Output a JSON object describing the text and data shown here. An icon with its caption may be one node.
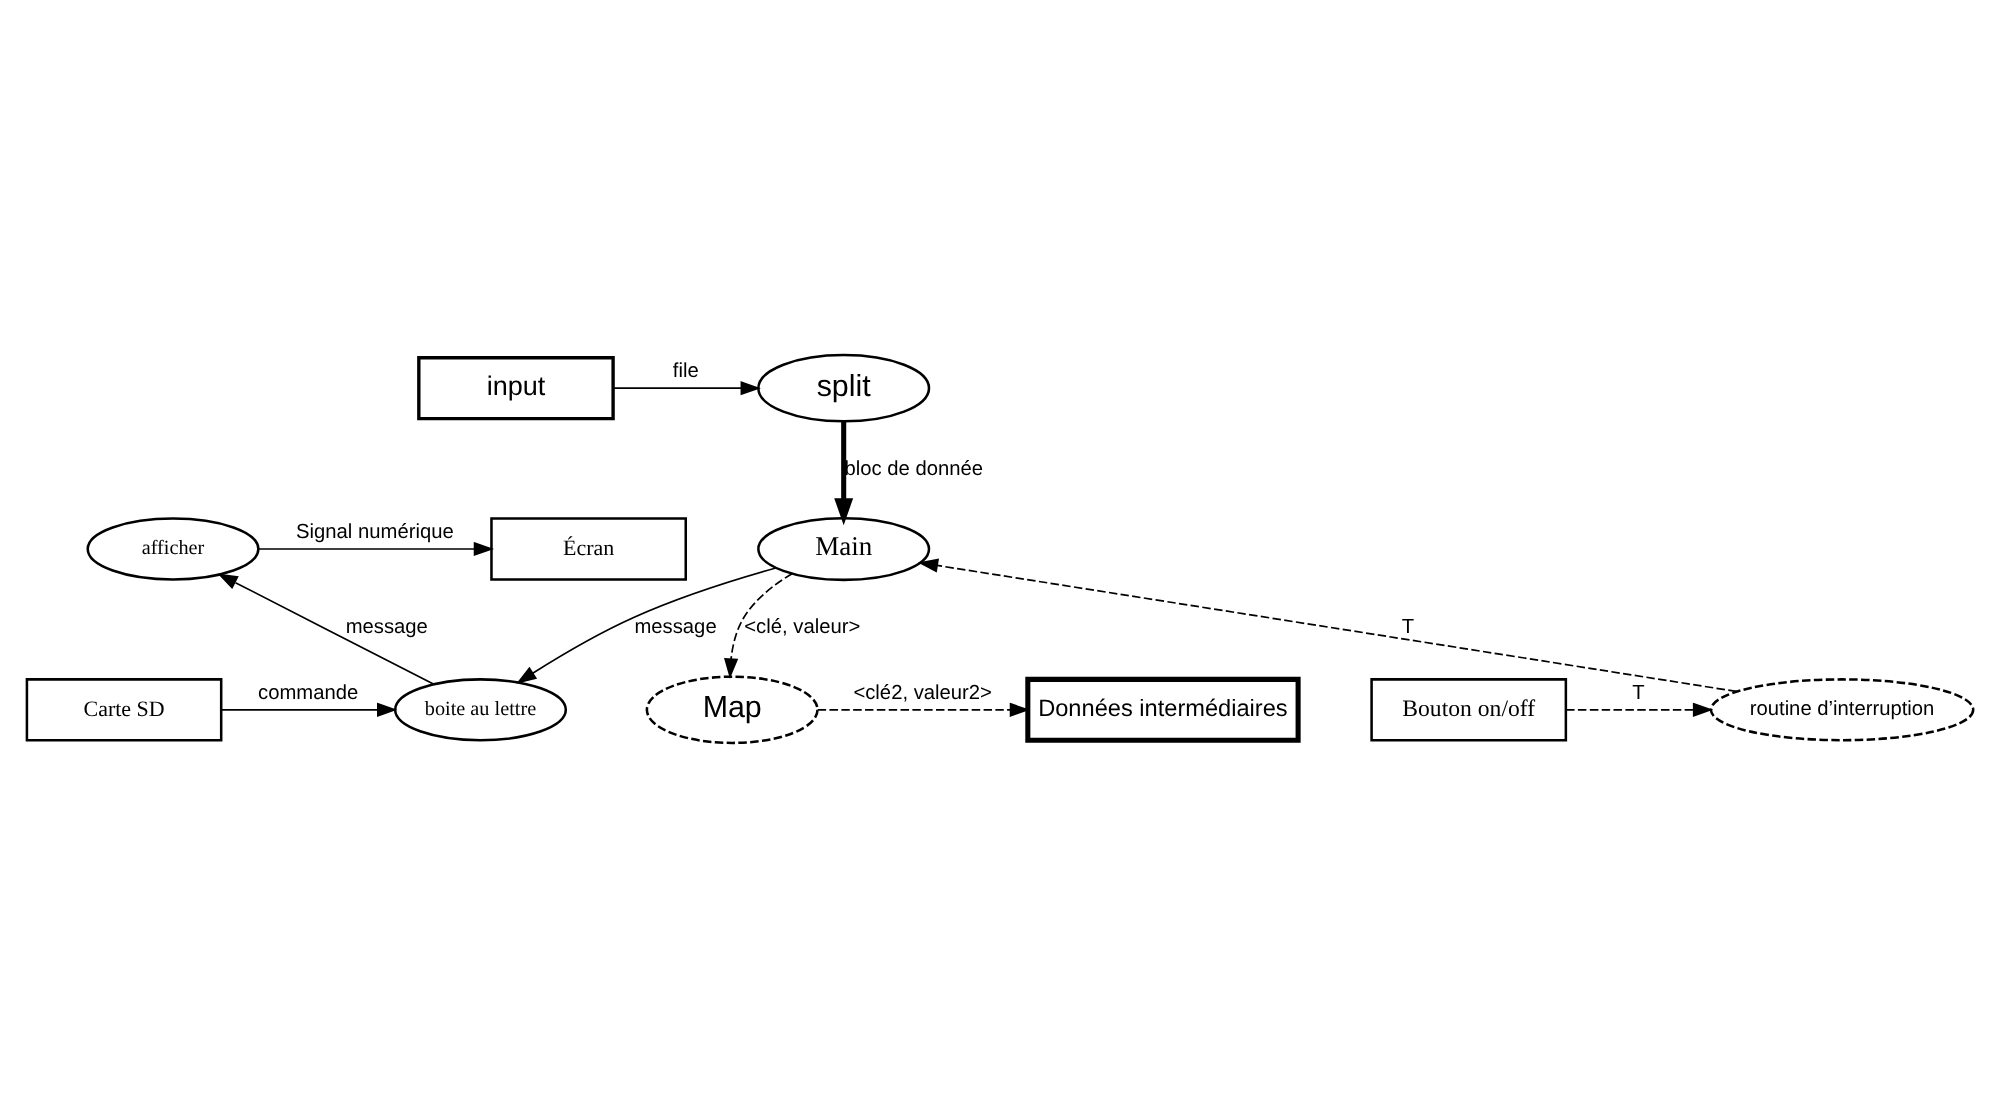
{
  "diagram": {
    "nodes": [
      {
        "text": [
          "input"
        ]
      },
      {
        "text": [
          "split"
        ]
      },
      {
        "text": [
          "Bouton on/off"
        ]
      },
      {
        "text": [
          "routine d’interruption"
        ]
      },
      {
        "text": [
          "boite au lettre"
        ]
      },
      {
        "text": [
          "Carte SD"
        ]
      },
      {
        "text": [
          "Main"
        ]
      },
      {
        "text": [
          "afficher"
        ]
      },
      {
        "text": [
          "Écran"
        ]
      },
      {
        "text": [
          "Map"
        ]
      },
      {
        "text": [
          "Données intermédiaires"
        ]
      }
    ],
    "edges": [
      {
        "from": 0,
        "to": 1,
        "arrow": "to",
        "label": "file"
      },
      {
        "from": 2,
        "to": 3,
        "arrow": "to",
        "label": "T",
        "style": "dashed"
      },
      {
        "from": 1,
        "to": 6,
        "arrow": "to",
        "label": "bloc de donnée",
        "style": "thick"
      },
      {
        "from": 5,
        "to": 4,
        "arrow": "to",
        "label": "commande"
      },
      {
        "from": 3,
        "to": 6,
        "arrow": "to",
        "label": "T",
        "style": "dashed"
      },
      {
        "from": 6,
        "to": 4,
        "arrow": "to",
        "label": "message"
      },
      {
        "from": 4,
        "to": 7,
        "arrow": "to",
        "label": "message"
      },
      {
        "from": 7,
        "to": 8,
        "arrow": "to",
        "label": "Signal numérique"
      },
      {
        "from": 6,
        "to": 9,
        "arrow": "to",
        "label": "<clé, valeur>",
        "style": "dashed"
      },
      {
        "from": 9,
        "to": 10,
        "arrow": "to",
        "label": "<clé2, valeur2>",
        "style": "dashed"
      }
    ]
  }
}
